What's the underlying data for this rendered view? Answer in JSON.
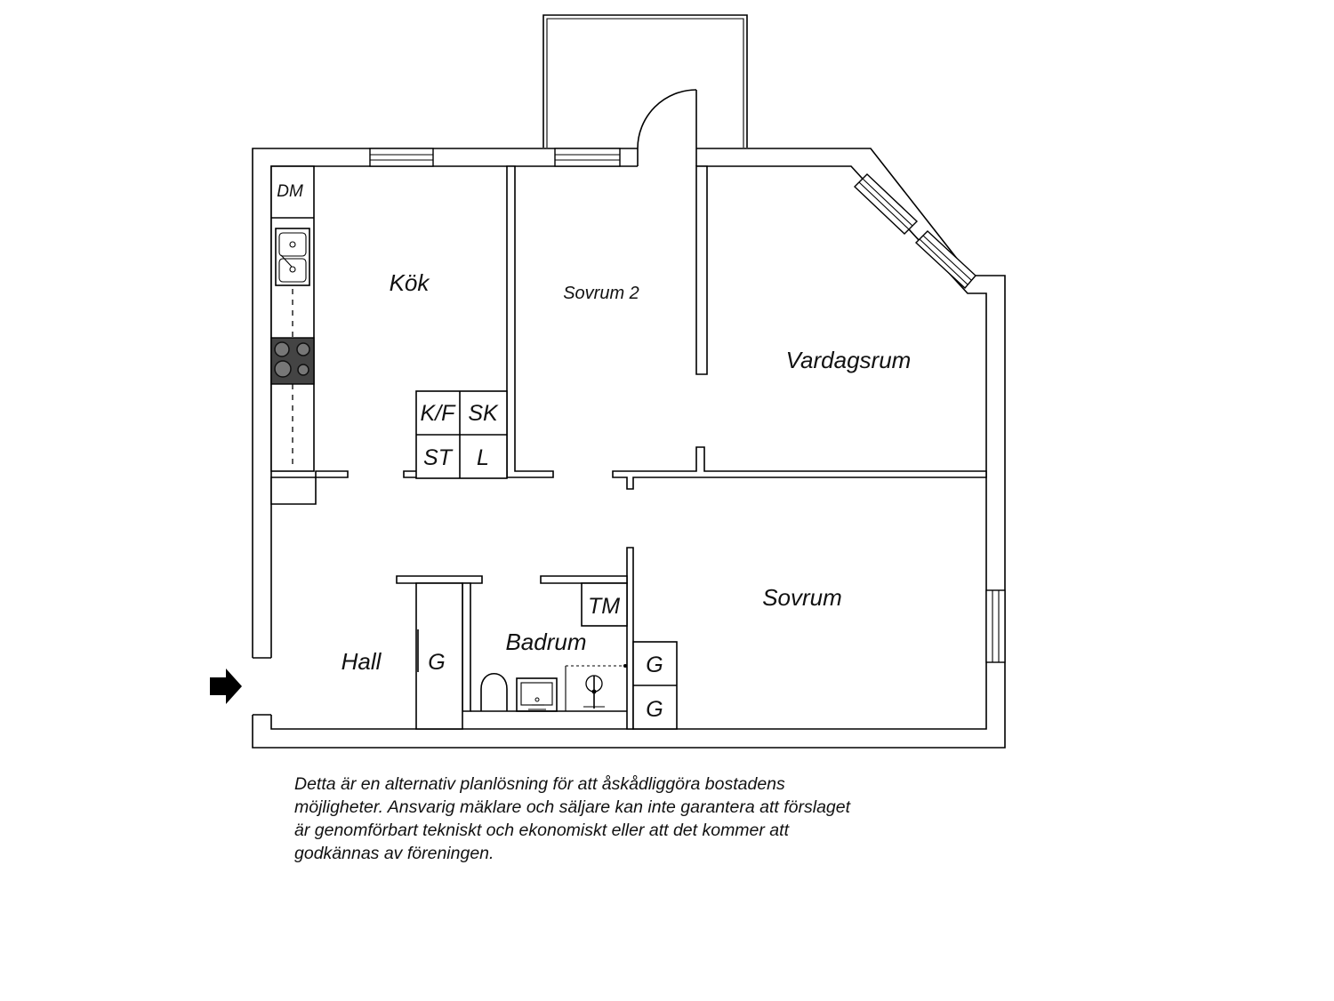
{
  "rooms": {
    "kitchen": "Kök",
    "bedroom_2": "Sovrum 2",
    "living_room": "Vardagsrum",
    "bedroom": "Sovrum",
    "hall": "Hall",
    "bathroom": "Badrum"
  },
  "fixtures": {
    "dishwasher": "DM",
    "fridge_freezer": "K/F",
    "cabinet_sk": "SK",
    "cabinet_st": "ST",
    "cabinet_l": "L",
    "washing_machine": "TM",
    "wardrobe": "G"
  },
  "icons": {
    "entrance": "entrance-arrow-icon",
    "sink": "sink-icon",
    "stove": "stove-icon",
    "toilet": "toilet-icon",
    "washbasin": "washbasin-icon",
    "shower": "shower-icon"
  },
  "disclaimer_lines": [
    "Detta är en alternativ planlösning för att åskådliggöra bostadens",
    "möjligheter. Ansvarig mäklare och säljare kan inte garantera att förslaget",
    "är genomförbart tekniskt och ekonomiskt eller att det kommer att",
    "godkännas av föreningen."
  ]
}
